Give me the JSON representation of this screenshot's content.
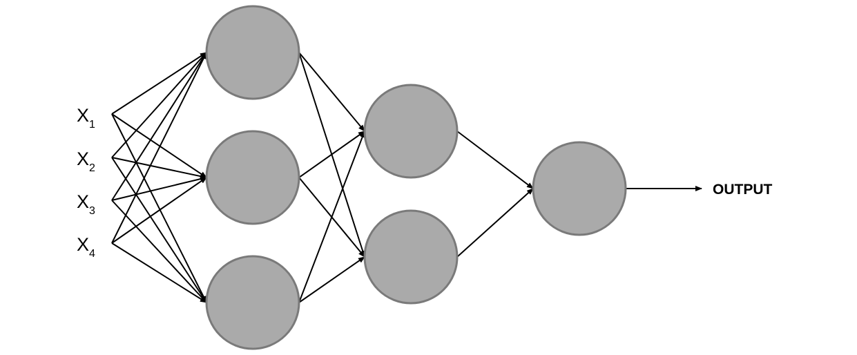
{
  "diagram": {
    "inputs": [
      {
        "base": "X",
        "sub": "1"
      },
      {
        "base": "X",
        "sub": "2"
      },
      {
        "base": "X",
        "sub": "3"
      },
      {
        "base": "X",
        "sub": "4"
      }
    ],
    "layers": [
      3,
      2,
      1
    ],
    "output_label": "OUTPUT",
    "node_fill": "#aaaaaa",
    "node_stroke": "#7a7a7a",
    "edge_color": "#000000"
  }
}
